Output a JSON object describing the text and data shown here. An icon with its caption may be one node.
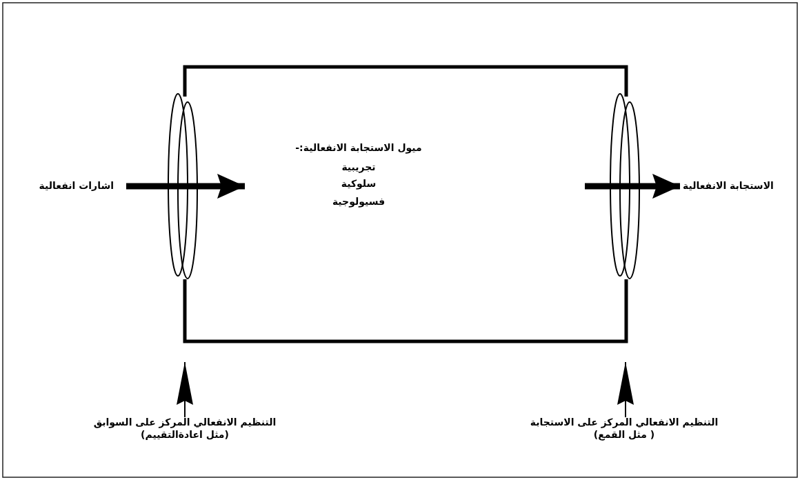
{
  "diagram": {
    "nodes": [
      {
        "text": [
          "اشارات انفعالية"
        ]
      },
      {
        "text": [
          "ميول الاستجابة الانفعالية:-",
          "تجريبية",
          "سلوكية",
          "فسيولوجية"
        ]
      },
      {
        "text": [
          "الاستجابة الانفعالية"
        ]
      },
      {
        "text": [
          "التنظيم الانفعالي المركز على السوابق",
          "(مثل اعادةالتقييم)"
        ]
      },
      {
        "text": [
          "التنظيم الانفعالي المركز على الاستجابة",
          "( مثل القمع)"
        ]
      }
    ],
    "edges": [
      {
        "from": 0,
        "to": 1,
        "arrow": "to",
        "style": "thick"
      },
      {
        "from": 1,
        "to": 2,
        "arrow": "to",
        "style": "thick"
      },
      {
        "from": 3,
        "to": 1,
        "arrow": "to"
      },
      {
        "from": 4,
        "to": 1,
        "arrow": "to"
      }
    ]
  }
}
